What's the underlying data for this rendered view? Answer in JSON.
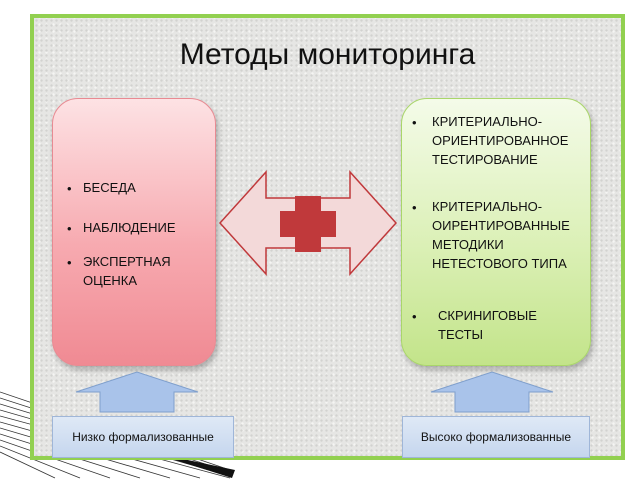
{
  "title": "Методы мониторинга",
  "left_panel": {
    "items": [
      "БЕСЕДА",
      "НАБЛЮДЕНИЕ",
      "ЭКСПЕРТНАЯ",
      "ОЦЕНКА"
    ]
  },
  "right_panel": {
    "items": [
      "КРИТЕРИАЛЬНО-",
      "ОРИЕНТИРОВАННОЕ",
      "ТЕСТИРОВАНИЕ",
      "КРИТЕРИАЛЬНО-",
      "ОИРЕНТИРОВАННЫЕ",
      "МЕТОДИКИ",
      "НЕТЕСТОВОГО ТИПА",
      "СКРИНИГОВЫЕ",
      "ТЕСТЫ"
    ]
  },
  "bottom_labels": {
    "left": "Низко формализованные",
    "right": "Высоко формализованные"
  },
  "bullet_symbol": "•",
  "colors": {
    "border": "#92d050",
    "left_panel": "#f7aab0",
    "right_panel": "#dbf0b6",
    "cross": "#c0393b",
    "arrow_fill": "#f3d9d9",
    "arrow_stroke": "#c0393b",
    "up_arrow": "#a9c3ea",
    "label_box": "#cfdcf0"
  },
  "icons": [
    "double-arrow-icon",
    "plus-cross-icon",
    "up-arrow-icon"
  ]
}
